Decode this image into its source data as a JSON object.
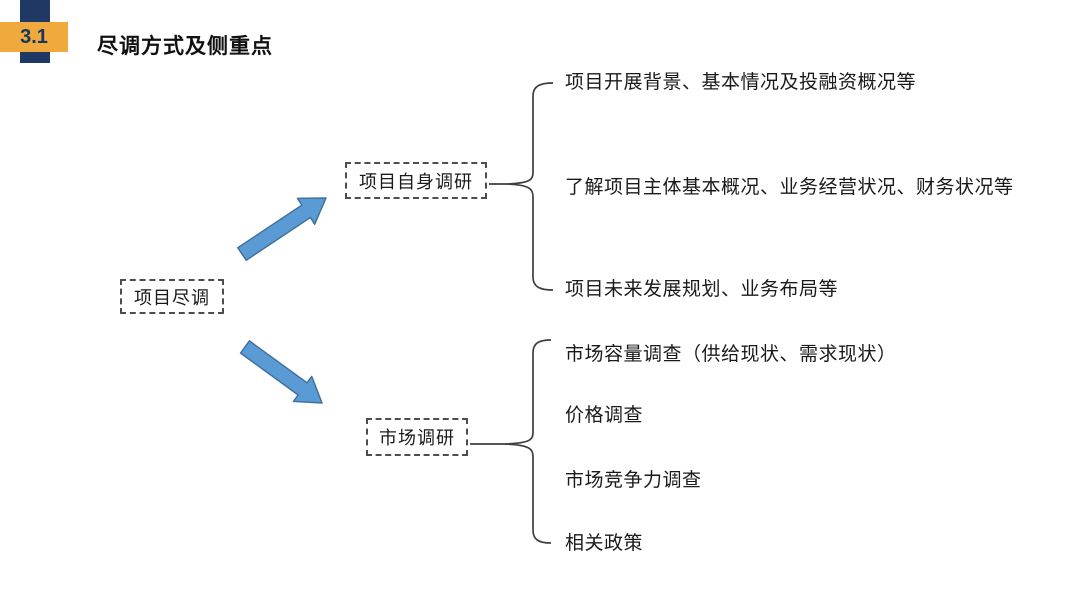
{
  "header": {
    "badge": "3.1",
    "title": "尽调方式及侧重点"
  },
  "colors": {
    "bar": "#1f3864",
    "badge_bg": "#f0a93c",
    "badge_text": "#17375e",
    "arrow": "#5b9bd5",
    "arrow_border": "#41719c",
    "line": "#3f3f3f"
  },
  "tree": {
    "root": {
      "label": "项目尽调"
    },
    "branches": [
      {
        "label": "项目自身调研",
        "items": [
          "项目开展背景、基本情况及投融资概况等",
          "了解项目主体基本概况、业务经营状况、财务状况等",
          "项目未来发展规划、业务布局等"
        ]
      },
      {
        "label": "市场调研",
        "items": [
          "市场容量调查（供给现状、需求现状）",
          "价格调查",
          "市场竞争力调查",
          "相关政策"
        ]
      }
    ]
  }
}
